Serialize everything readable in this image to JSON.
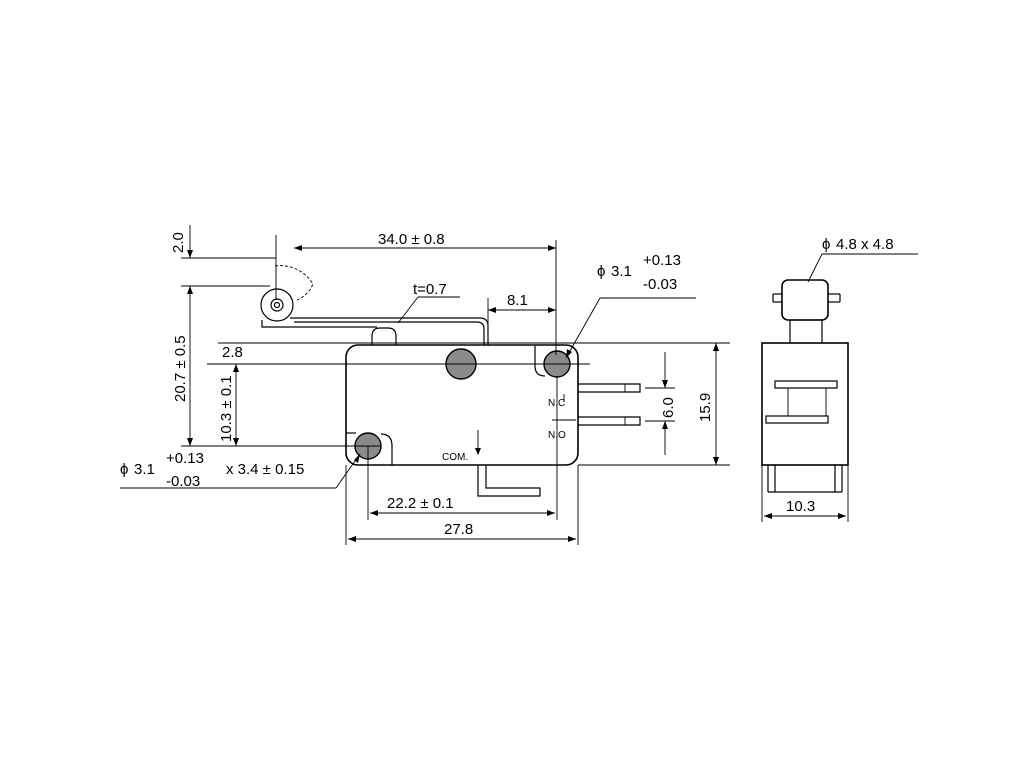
{
  "dimensions": {
    "top_clearance": "2.0",
    "overall_length": "34.0 ± 0.8",
    "lever_thickness": "t=0.7",
    "terminal_offset": "8.1",
    "mounting_hole_top": {
      "symbol": "ϕ",
      "value": "3.1",
      "tol_plus": "+0.13",
      "tol_minus": "-0.03"
    },
    "lever_height": "20.7 ± 0.5",
    "hole_spacing_vertical": "10.3 ± 0.1",
    "top_offset": "2.8",
    "mounting_hole_bottom": {
      "symbol": "ϕ",
      "value": "3.1",
      "tol_plus": "+0.13",
      "tol_minus": "-0.03",
      "slot": "x 3.4 ± 0.15"
    },
    "hole_spacing_horizontal": "22.2 ± 0.1",
    "body_length": "27.8",
    "terminal_pitch": "6.0",
    "body_height": "15.9",
    "roller_size": {
      "symbol": "ϕ",
      "value": "4.8 x 4.8"
    },
    "body_width": "10.3"
  },
  "terminals": {
    "nc": "N.C",
    "no": "N.O",
    "com": "COM."
  }
}
